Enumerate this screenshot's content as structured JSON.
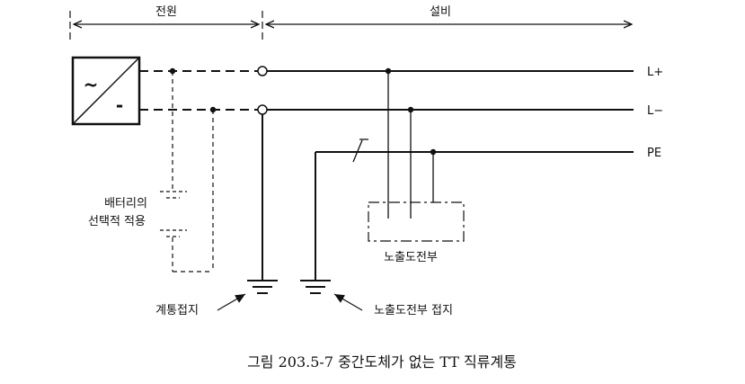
{
  "header": {
    "source_label": "전원",
    "installation_label": "설비"
  },
  "source": {
    "ac_symbol": "~",
    "dc_symbol": "-"
  },
  "conductors": {
    "l_plus": "L+",
    "l_minus": "L−",
    "pe": "PE"
  },
  "labels": {
    "battery_line1": "배터리의",
    "battery_line2": "선택적 적용",
    "exposed_parts": "노출도전부",
    "system_earth": "계통접지",
    "exposed_earth": "노출도전부 접지"
  },
  "caption": "그림 203.5-7 중간도체가 없는 TT 직류계통"
}
